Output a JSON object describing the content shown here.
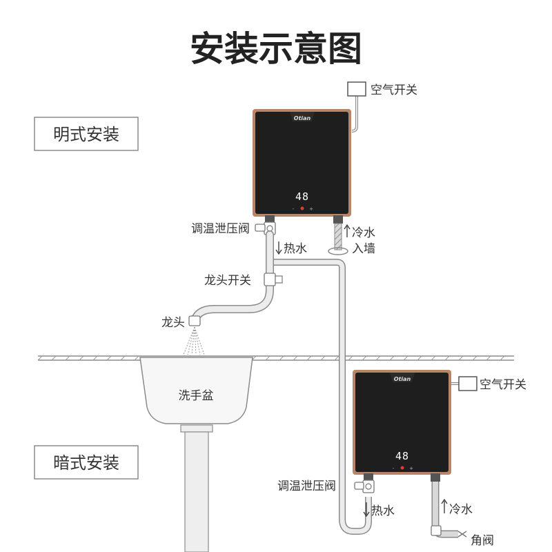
{
  "title": "安装示意图",
  "sections": {
    "exposed": "明式安装",
    "concealed": "暗式安装"
  },
  "brand": "Otian",
  "display_value": "48",
  "buttons": {
    "minus": "-",
    "plus": "+"
  },
  "labels": {
    "air_switch_top": "空气开关",
    "pressure_valve_top": "调温泄压阀",
    "hot_water_top": "热水",
    "cold_water_top": "冷水",
    "into_wall": "入墙",
    "faucet_switch": "龙头开关",
    "faucet": "龙头",
    "wash_basin": "洗手盆",
    "air_switch_bottom": "空气开关",
    "pressure_valve_bottom": "调温泄压阀",
    "hot_water_bottom": "热水",
    "cold_water_bottom": "冷水",
    "angle_valve": "角阀"
  },
  "colors": {
    "heater_body": "#1e1e1e",
    "heater_trim": "#b98567",
    "line": "#8a8a8a",
    "pipe_fill": "#ececec",
    "indicator": "#e53935"
  }
}
